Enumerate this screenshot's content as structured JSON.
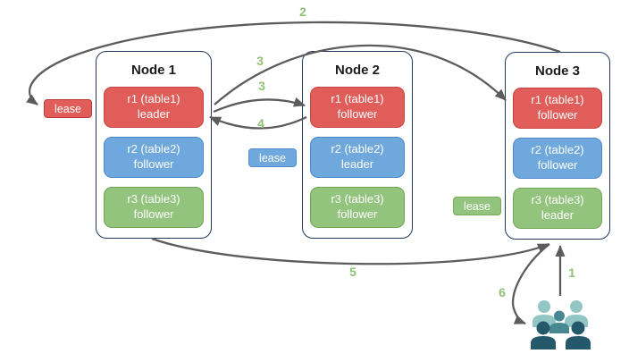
{
  "nodes": [
    {
      "title": "Node 1",
      "replicas": [
        {
          "name": "r1 (table1)",
          "role": "leader",
          "color": "red"
        },
        {
          "name": "r2 (table2)",
          "role": "follower",
          "color": "blue"
        },
        {
          "name": "r3 (table3)",
          "role": "follower",
          "color": "green"
        }
      ]
    },
    {
      "title": "Node 2",
      "replicas": [
        {
          "name": "r1 (table1)",
          "role": "follower",
          "color": "red"
        },
        {
          "name": "r2 (table2)",
          "role": "leader",
          "color": "blue"
        },
        {
          "name": "r3 (table3)",
          "role": "follower",
          "color": "green"
        }
      ]
    },
    {
      "title": "Node 3",
      "replicas": [
        {
          "name": "r1 (table1)",
          "role": "follower",
          "color": "red"
        },
        {
          "name": "r2 (table2)",
          "role": "follower",
          "color": "blue"
        },
        {
          "name": "r3 (table3)",
          "role": "leader",
          "color": "green"
        }
      ]
    }
  ],
  "leases": [
    {
      "label": "lease",
      "color": "red"
    },
    {
      "label": "lease",
      "color": "blue"
    },
    {
      "label": "lease",
      "color": "green"
    }
  ],
  "steps": {
    "s1": "1",
    "s2": "2",
    "s3a": "3",
    "s3b": "3",
    "s4": "4",
    "s5": "5",
    "s6": "6"
  },
  "icons": {
    "users": "users-icon"
  },
  "colors": {
    "node_border": "#24385c",
    "replica_red": "#e15d59",
    "replica_blue": "#6fa8dc",
    "replica_green": "#93c47d",
    "arrow_gray": "#5c5c5c",
    "step_green": "#8fc177",
    "people_light": "#92c6c4",
    "people_mid": "#478791",
    "people_dark": "#26586c"
  }
}
